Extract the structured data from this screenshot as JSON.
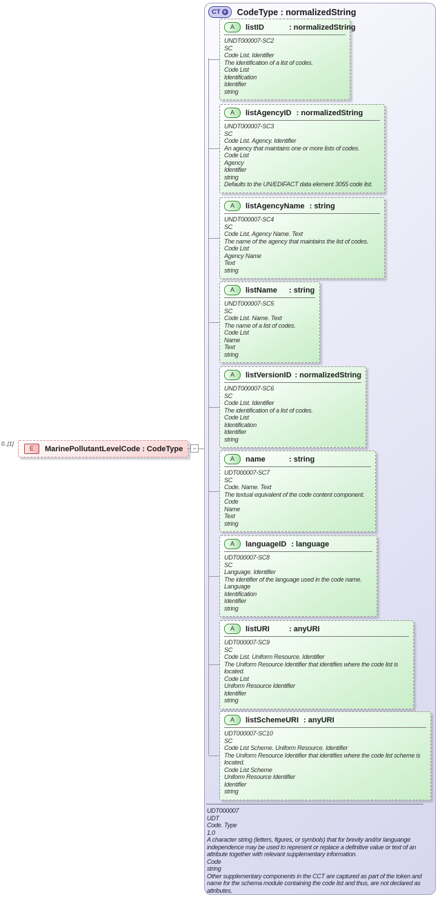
{
  "colors": {
    "type_box_fill": "#dedef2",
    "type_box_border": "#a2a2bc",
    "ct_badge_fill": "#ccccf0",
    "ct_badge_border": "#4a4aa0",
    "attribute_fill": "#d8f3d8",
    "attribute_badge_fill": "#b2e6b2",
    "attribute_badge_border": "#3f8f3f",
    "element_fill": "#f8d4d4",
    "element_badge_fill": "#f3b6b6",
    "element_badge_border": "#aa5252",
    "connector": "#9a9aaa"
  },
  "element": {
    "cardinality": "0..[1]",
    "badge": "E",
    "label": "MarinePollutantLevelCode : CodeType",
    "collapse_icon": "−"
  },
  "complex_type": {
    "badge": "CT",
    "expand_icon": "+",
    "title": "CodeType : normalizedString",
    "attributes": [
      {
        "badge": "A",
        "name": "listID",
        "type_label": ": normalizedString",
        "doc": [
          "UNDT000007-SC2",
          "SC",
          "Code List. Identifier",
          "The identification of a list of codes.",
          "Code List",
          "Identification",
          "Identifier",
          "string"
        ]
      },
      {
        "badge": "A",
        "name": "listAgencyID",
        "type_label": ": normalizedString",
        "doc": [
          "UNDT000007-SC3",
          "SC",
          "Code List. Agency. Identifier",
          "An agency that maintains one or more lists of codes.",
          "Code List",
          "Agency",
          "Identifier",
          "string",
          "Defaults to the UN/EDIFACT data element 3055 code list."
        ]
      },
      {
        "badge": "A",
        "name": "listAgencyName",
        "type_label": ": string",
        "doc": [
          "UNDT000007-SC4",
          "SC",
          "Code List. Agency Name. Text",
          "The name of the agency that maintains the list of codes.",
          "Code List",
          "Agency Name",
          "Text",
          "string"
        ]
      },
      {
        "badge": "A",
        "name": "listName",
        "type_label": ": string",
        "doc": [
          "UNDT000007-SC5",
          "SC",
          "Code List. Name. Text",
          "The name of a list of codes.",
          "Code List",
          "Name",
          "Text",
          "string"
        ]
      },
      {
        "badge": "A",
        "name": "listVersionID",
        "type_label": ": normalizedString",
        "doc": [
          "UNDT000007-SC6",
          "SC",
          "Code List. Identifier",
          "The identification of a list of codes.",
          "Code List",
          "Identification",
          "Identifier",
          "string"
        ]
      },
      {
        "badge": "A",
        "name": "name",
        "type_label": ": string",
        "doc": [
          "UDT000007-SC7",
          "SC",
          "Code. Name. Text",
          "The textual equivalent of the code content component.",
          "Code",
          "Name",
          "Text",
          "string"
        ]
      },
      {
        "badge": "A",
        "name": "languageID",
        "type_label": ": language",
        "doc": [
          "UDT000007-SC8",
          "SC",
          "Language. Identifier",
          "The identifier of the language used in the code name.",
          "Language",
          "Identification",
          "Identifier",
          "string"
        ]
      },
      {
        "badge": "A",
        "name": "listURI",
        "type_label": ": anyURI",
        "doc": [
          "UDT000007-SC9",
          "SC",
          "Code List. Uniform Resource. Identifier",
          "The Uniform Resource Identifier that identifies where the code list is located.",
          "Code List",
          "Uniform Resource Identifier",
          "Identifier",
          "string"
        ]
      },
      {
        "badge": "A",
        "name": "listSchemeURI",
        "type_label": ": anyURI",
        "doc": [
          "UDT000007-SC10",
          "SC",
          "Code List Scheme. Uniform Resource. Identifier",
          "The Uniform Resource Identifier that identifies where the code list scheme is located.",
          "Code List Scheme",
          "Uniform Resource Identifier",
          "Identifier",
          "string"
        ]
      }
    ],
    "documentation": [
      "UDT000007",
      "UDT",
      "Code. Type",
      "1.0",
      "A character string (letters, figures, or symbols) that for brevity and/or languange independence may be used to represent or replace a definitive value or text of an attribute together with relevant supplementary information.",
      "Code",
      "string",
      "Other supplementary components in the CCT are captured as part of the token and name for the schema module containing the code list and thus, are not declared as attributes."
    ]
  }
}
